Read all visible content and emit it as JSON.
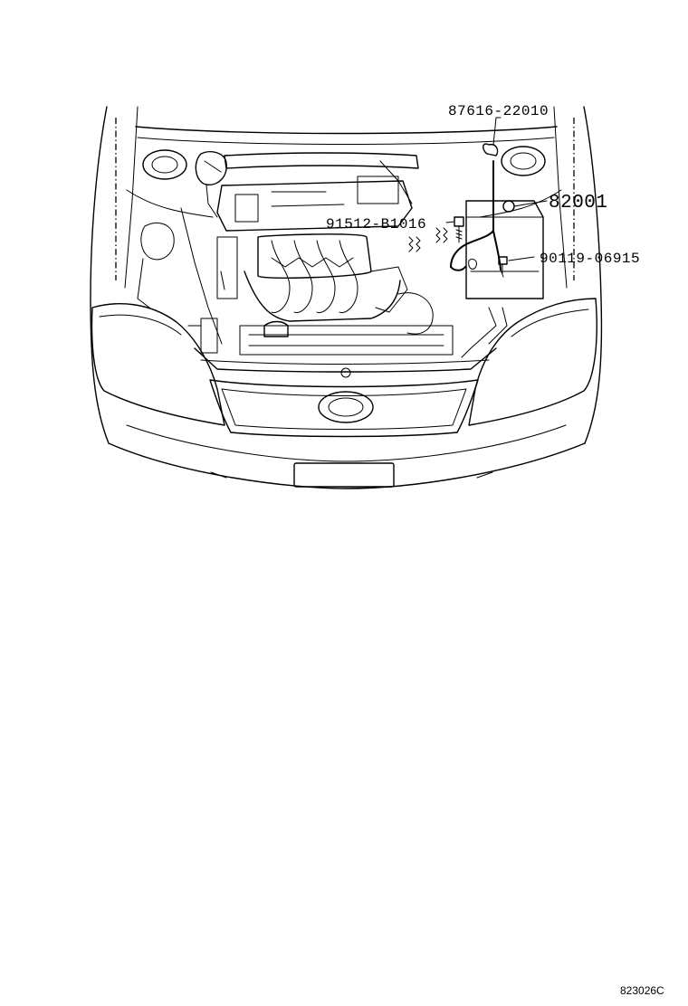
{
  "callouts": {
    "part_87616": "87616-22010",
    "part_82001": "82001",
    "part_91512": "91512-B1016",
    "part_90119": "90119-06915"
  },
  "illustration_code": "823026C"
}
